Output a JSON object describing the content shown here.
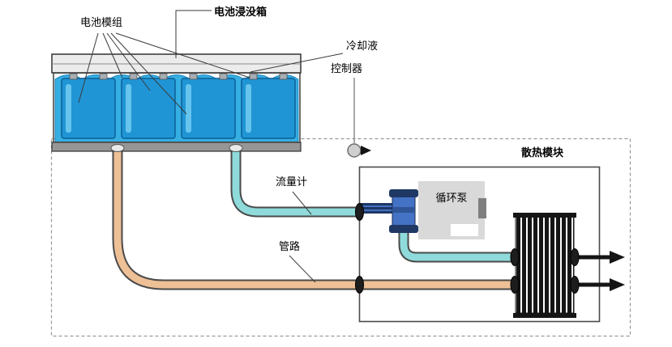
{
  "labels": {
    "battery_module": "电池模组",
    "immersion_tank": "电池浸没箱",
    "coolant": "冷却液",
    "controller": "控制器",
    "flow_meter": "流量计",
    "piping": "管路",
    "heat_module": "散热模块",
    "pump": "循环泵"
  },
  "colors": {
    "liquid": "#35aee3",
    "module": "#2095d5",
    "module_highlight": "#74cdf0",
    "coolant_tube": "#8fdada",
    "return_tube": "#eec096",
    "tube_outline": "#4a4a4a",
    "pump_body": "#4472c4",
    "pump_dark": "#1f3864",
    "lid": "#ececec",
    "tank_bottom": "#969696",
    "mount_box": "#d9d9d9",
    "radiator": "#151515",
    "boundary_dash": "#999999"
  }
}
